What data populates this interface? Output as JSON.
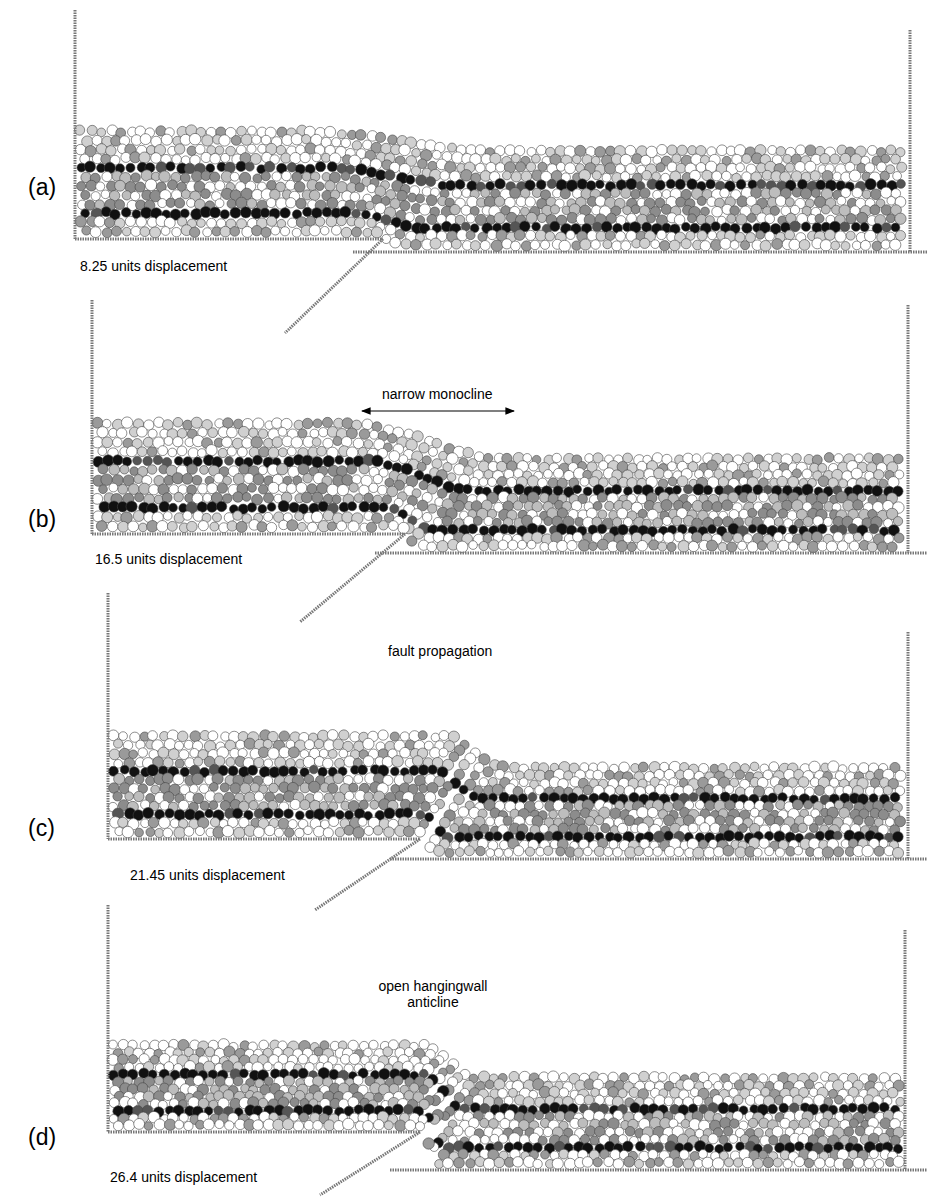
{
  "diagram": {
    "labels": [
      "(a)",
      "8.25 units displacement",
      "narrow monocline",
      "(b)",
      "16.5 units displacement",
      "fault propagation",
      "(c)",
      "21.45 units displacement",
      "open hangingwall anticline",
      "(d)",
      "26.4 units displacement"
    ]
  }
}
